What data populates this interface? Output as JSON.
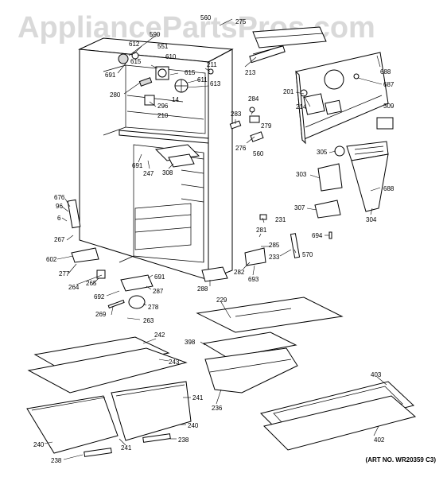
{
  "watermark": "AppliancePartsPros.com",
  "art_no": "(ART NO. WR20359 C3)",
  "callouts": {
    "c560a": "560",
    "c275": "275",
    "c590": "590",
    "c612": "612",
    "c551": "551",
    "c615a": "615",
    "c610": "610",
    "c691a": "691",
    "c211": "211",
    "c615b": "615",
    "c611": "611",
    "c613": "613",
    "c280": "280",
    "c14": "14",
    "c296": "296",
    "c210": "210",
    "c213": "213",
    "c201": "201",
    "c687": "687",
    "c688a": "688",
    "c214": "214",
    "c309": "309",
    "c284": "284",
    "c283": "283",
    "c279": "279",
    "c276": "276",
    "c560b": "560",
    "c305": "305",
    "c691b": "691",
    "c247": "247",
    "c308": "308",
    "c303": "303",
    "c688b": "688",
    "c676": "676",
    "c96": "96",
    "c6": "6",
    "c267": "267",
    "c307": "307",
    "c304": "304",
    "c231": "231",
    "c281": "281",
    "c694": "694",
    "c285": "285",
    "c570": "570",
    "c233": "233",
    "c602": "602",
    "c282": "282",
    "c693": "693",
    "c277": "277",
    "c691c": "691",
    "c264": "264",
    "c265": "265",
    "c287": "287",
    "c288": "288",
    "c692": "692",
    "c229": "229",
    "c278": "278",
    "c269": "269",
    "c263": "263",
    "c398": "398",
    "c242": "242",
    "c243": "243",
    "c403": "403",
    "c241a": "241",
    "c236": "236",
    "c240a": "240",
    "c240b": "240",
    "c238a": "238",
    "c241b": "241",
    "c238b": "238",
    "c402": "402"
  }
}
